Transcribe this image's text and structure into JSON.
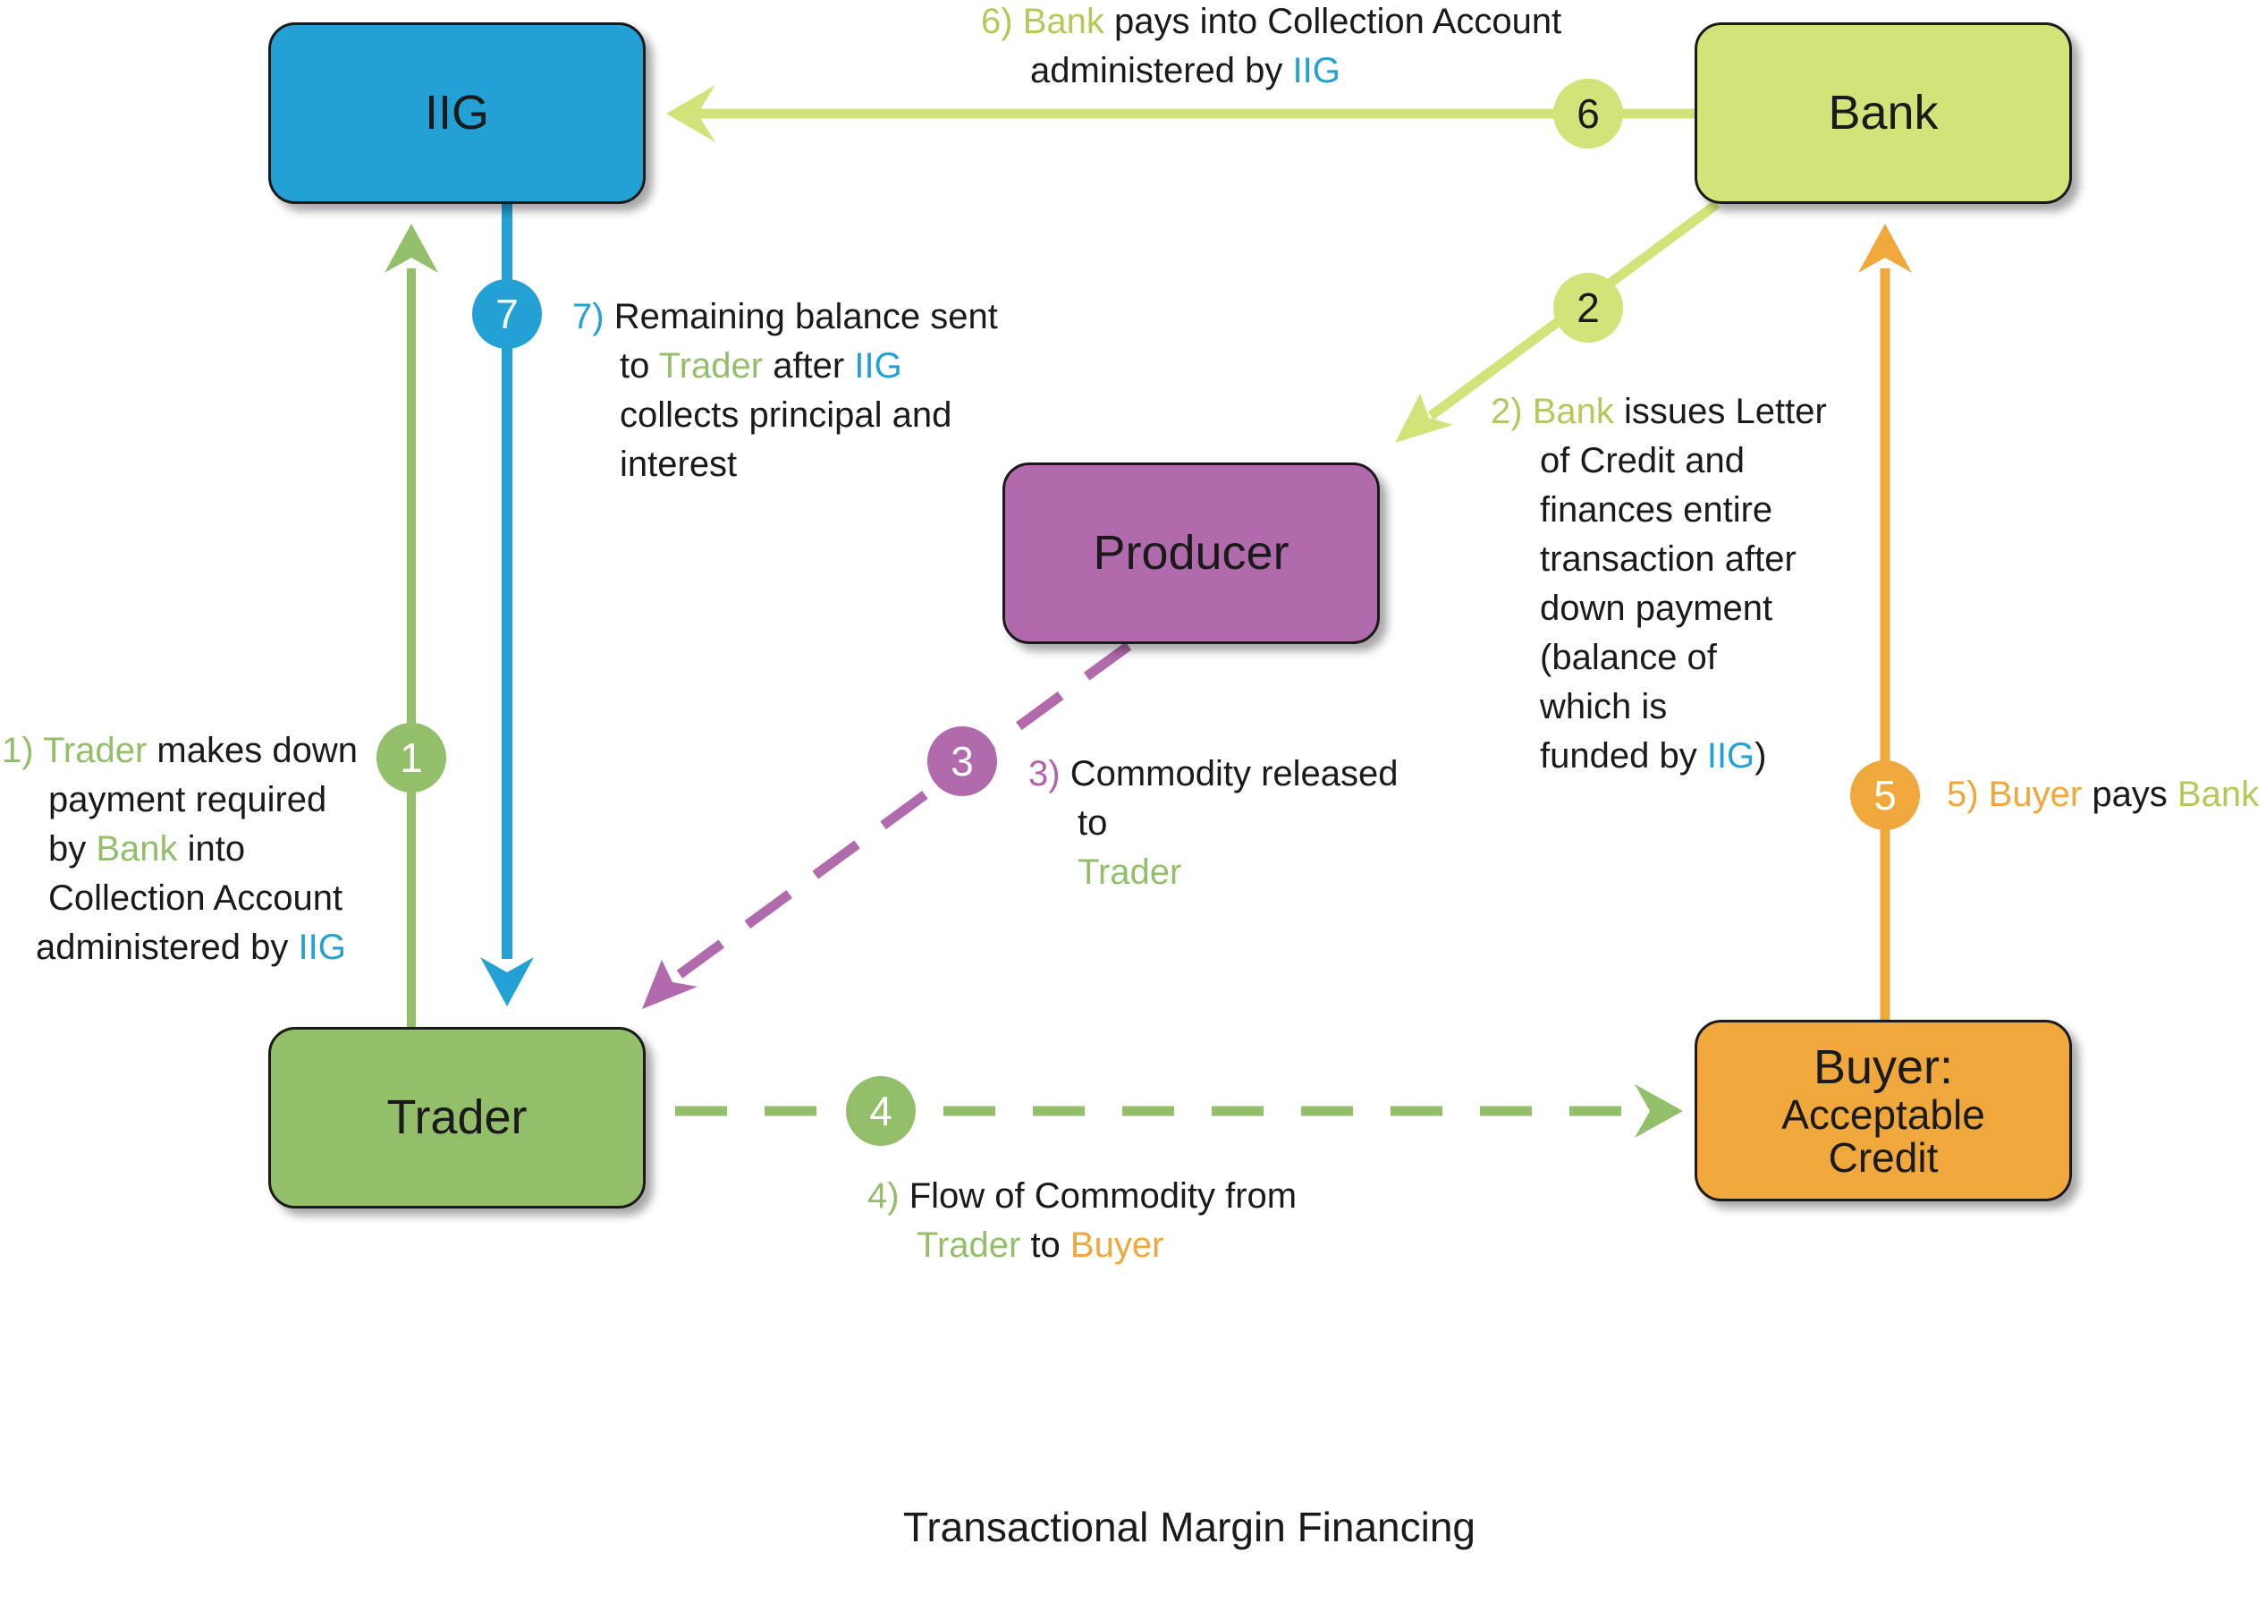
{
  "nodes": {
    "iig": {
      "label": "IIG"
    },
    "bank": {
      "label": "Bank"
    },
    "producer": {
      "label": "Producer"
    },
    "trader": {
      "label": "Trader"
    },
    "buyer": {
      "label": "Buyer:",
      "sub1": "Acceptable",
      "sub2": "Credit"
    }
  },
  "steps": {
    "s1": {
      "num": "1",
      "prefix": "1)",
      "actor": "Trader",
      "line1_rest": " makes down",
      "line2": "payment required",
      "line3_pre": "by ",
      "line3_actor": "Bank",
      "line3_rest": " into",
      "line4": "Collection Account",
      "line5_pre": "administered by ",
      "line5_actor": "IIG"
    },
    "s2": {
      "num": "2",
      "prefix": "2)",
      "actor": "Bank",
      "line1_rest": " issues Letter",
      "line2": "of Credit and",
      "line3": "finances entire",
      "line4": "transaction after",
      "line5": "down payment",
      "line6": "(balance of",
      "line7": "which is",
      "line8_pre": "funded by ",
      "line8_actor": "IIG",
      "line8_post": ")"
    },
    "s3": {
      "num": "3",
      "prefix": "3)",
      "line1_rest": " Commodity released",
      "line2": "to",
      "line3_actor": "Trader"
    },
    "s4": {
      "num": "4",
      "prefix": "4)",
      "line1_rest": " Flow of Commodity from",
      "line2_actor": "Trader",
      "line2_mid": " to ",
      "line2_actor2": "Buyer"
    },
    "s5": {
      "num": "5",
      "prefix": "5)",
      "actor": "Buyer",
      "mid": " pays ",
      "actor2": "Bank"
    },
    "s6": {
      "num": "6",
      "prefix": "6)",
      "actor": "Bank",
      "line1_rest": " pays into Collection Account",
      "line2_pre": "administered by ",
      "line2_actor": "IIG"
    },
    "s7": {
      "num": "7",
      "prefix": "7)",
      "line1_rest": " Remaining balance sent",
      "line2_pre": "to ",
      "line2_actor": "Trader",
      "line2_mid": " after ",
      "line2_actor2": "IIG",
      "line3": "collects principal and",
      "line4": "interest"
    }
  },
  "title": "Transactional Margin Financing",
  "colors": {
    "iig": "#23a0d4",
    "bank": "#d4e27a",
    "producer": "#b16aab",
    "trader": "#93bf6b",
    "buyer": "#f0a73b",
    "text": "#1a1a1a"
  }
}
